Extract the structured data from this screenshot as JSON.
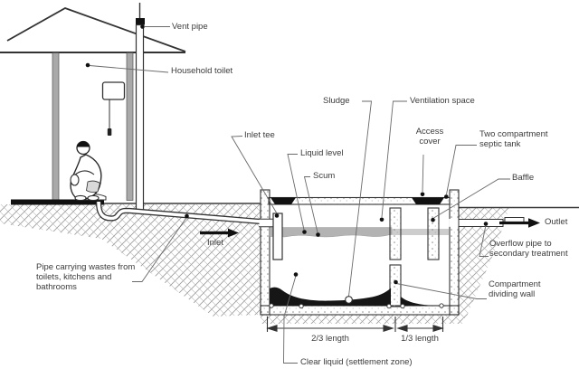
{
  "labels": {
    "vent_pipe": "Vent pipe",
    "household_toilet": "Household toilet",
    "inlet_tee": "Inlet tee",
    "liquid_level": "Liquid level",
    "scum": "Scum",
    "sludge": "Sludge",
    "ventilation_space": "Ventilation space",
    "access_cover": "Access cover",
    "two_compartment_septic_tank": "Two compartment septic tank",
    "baffle": "Baffle",
    "outlet": "Outlet",
    "overflow_pipe": "Overflow pipe to secondary treatment",
    "compartment_dividing_wall": "Compartment dividing wall",
    "pipe_carrying_wastes": "Pipe carrying wastes from toilets, kitchens and bathrooms",
    "inlet": "Inlet",
    "dim_two_thirds": "2/3 length",
    "dim_one_third": "1/3 length",
    "clear_liquid": "Clear liquid (settlement zone)"
  },
  "icons": {
    "inlet_flow_arrow": "right-arrow",
    "outlet_flow_arrow": "right-arrow"
  },
  "colors": {
    "ink": "#333333",
    "label_text": "#3b3b3b",
    "soil_hatch": "#9a9a9a",
    "wall_gray": "#a9a9a9",
    "sludge_black": "#161616",
    "scum_gray": "#b3b3b3",
    "access_cover_black": "#111111"
  }
}
